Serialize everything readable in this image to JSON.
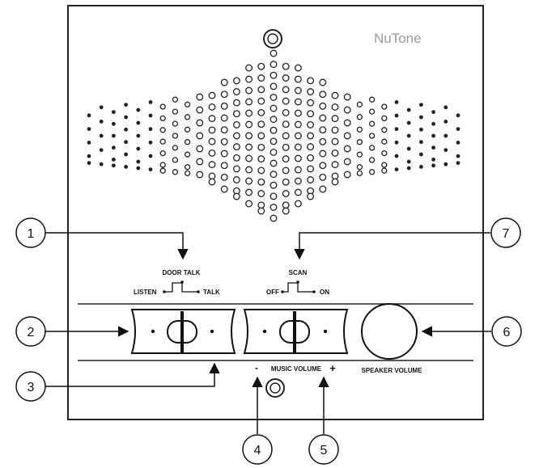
{
  "brand": "NuTone",
  "door_talk": {
    "title": "DOOR TALK",
    "left": "LISTEN",
    "right": "TALK"
  },
  "scan": {
    "title": "SCAN",
    "left": "OFF",
    "right": "ON"
  },
  "music_volume": {
    "minus": "-",
    "label": "MUSIC VOLUME",
    "plus": "+"
  },
  "speaker_volume": {
    "label": "SPEAKER VOLUME"
  },
  "callouts": [
    "1",
    "2",
    "3",
    "4",
    "5",
    "6",
    "7"
  ]
}
